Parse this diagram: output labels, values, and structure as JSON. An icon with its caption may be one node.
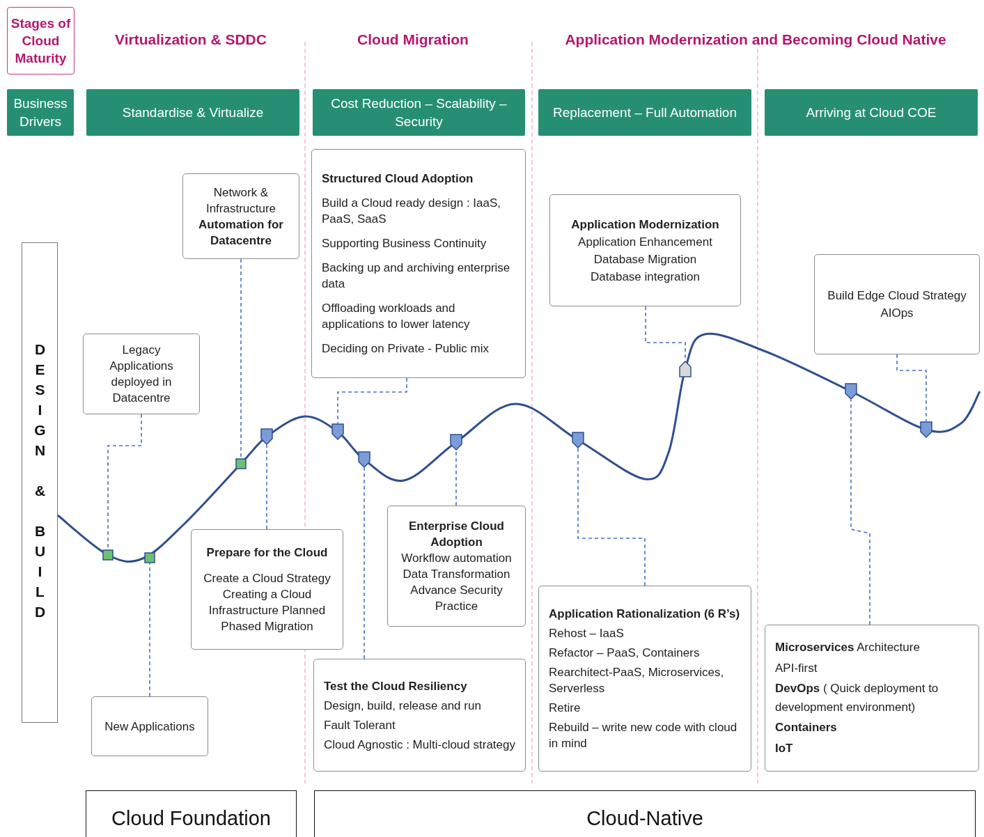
{
  "diagram": {
    "nodes": [
      {
        "text": [
          "Stages of Cloud Maturity"
        ]
      },
      {
        "text": [
          "Business Drivers"
        ]
      },
      {
        "text": [
          "Standardise & Virtualize"
        ]
      },
      {
        "text": [
          "Cost Reduction – Scalability – Security"
        ]
      },
      {
        "text": [
          "Replacement – Full Automation"
        ]
      },
      {
        "text": [
          "Arriving at Cloud COE"
        ]
      },
      {
        "text": [
          "DESIGN & BUILD"
        ]
      },
      {
        "text": [
          "Network & Infrastructure",
          "Automation for Datacentre"
        ]
      },
      {
        "text": [
          "Legacy Applications deployed in Datacentre"
        ]
      },
      {
        "text": [
          "Structured Cloud Adoption",
          "Build a Cloud ready design : IaaS, PaaS, SaaS",
          "Supporting Business Continuity",
          "Backing up and archiving enterprise data",
          "Offloading workloads and applications to lower latency",
          "Deciding on Private - Public mix"
        ]
      },
      {
        "text": [
          "Application Modernization",
          "Application Enhancement",
          "Database Migration",
          "Database integration"
        ]
      },
      {
        "text": [
          "Build Edge Cloud Strategy",
          "AIOps"
        ]
      },
      {
        "text": [
          "Prepare for the Cloud",
          "Create a Cloud Strategy Creating a Cloud Infrastructure Planned Phased Migration"
        ]
      },
      {
        "text": [
          "Enterprise Cloud Adoption",
          "Workflow automation",
          "Data Transformation",
          "Advance Security Practice"
        ]
      },
      {
        "text": [
          "New Applications"
        ]
      },
      {
        "text": [
          "Test the Cloud Resiliency",
          "Design, build, release and run",
          "Fault Tolerant",
          "Cloud Agnostic : Multi-cloud strategy"
        ]
      },
      {
        "text": [
          "Application Rationalization (6 R’s)",
          "Rehost – IaaS",
          "Refactor – PaaS, Containers",
          "Rearchitect-PaaS, Microservices, Serverless",
          "Retire",
          "Rebuild – write new code with cloud in mind"
        ]
      },
      {
        "text": [
          "**Microservices** Architecture",
          "API-first",
          "**DevOps** ( Quick deployment to development environment)",
          "Containers",
          "IoT"
        ]
      },
      {
        "text": [
          "Cloud Foundation"
        ]
      },
      {
        "text": [
          "Cloud-Native"
        ]
      },
      {
        "text": [],
        "shape": "box"
      },
      {
        "text": [],
        "shape": "box"
      },
      {
        "text": [],
        "shape": "box"
      },
      {
        "text": [],
        "shape": "pentagon"
      },
      {
        "text": [],
        "shape": "pentagon"
      },
      {
        "text": [],
        "shape": "pentagon"
      },
      {
        "text": [],
        "shape": "pentagon"
      },
      {
        "text": [],
        "shape": "pentagon"
      },
      {
        "text": [],
        "shape": "pentagon"
      },
      {
        "text": [],
        "shape": "pentagon"
      },
      {
        "text": [],
        "shape": "pentagon"
      }
    ],
    "edges": [
      {
        "from": 8,
        "to": 20,
        "arrow": "none",
        "style": "dashed"
      },
      {
        "from": 14,
        "to": 21,
        "arrow": "none",
        "style": "dashed"
      },
      {
        "from": 7,
        "to": 22,
        "arrow": "none",
        "style": "dashed"
      },
      {
        "from": 12,
        "to": 23,
        "arrow": "none",
        "style": "dashed"
      },
      {
        "from": 9,
        "to": 24,
        "arrow": "none",
        "style": "dashed"
      },
      {
        "from": 15,
        "to": 25,
        "arrow": "none",
        "style": "dashed"
      },
      {
        "from": 13,
        "to": 26,
        "arrow": "none",
        "style": "dashed"
      },
      {
        "from": 16,
        "to": 27,
        "arrow": "none",
        "style": "dashed"
      },
      {
        "from": 10,
        "to": 28,
        "arrow": "none",
        "style": "dashed"
      },
      {
        "from": 17,
        "to": 29,
        "arrow": "none",
        "style": "dashed"
      },
      {
        "from": 11,
        "to": 30,
        "arrow": "none",
        "style": "dashed"
      }
    ],
    "labels": [
      "Virtualization & SDDC",
      "Cloud Migration",
      "Application Modernization and Becoming Cloud Native"
    ]
  }
}
